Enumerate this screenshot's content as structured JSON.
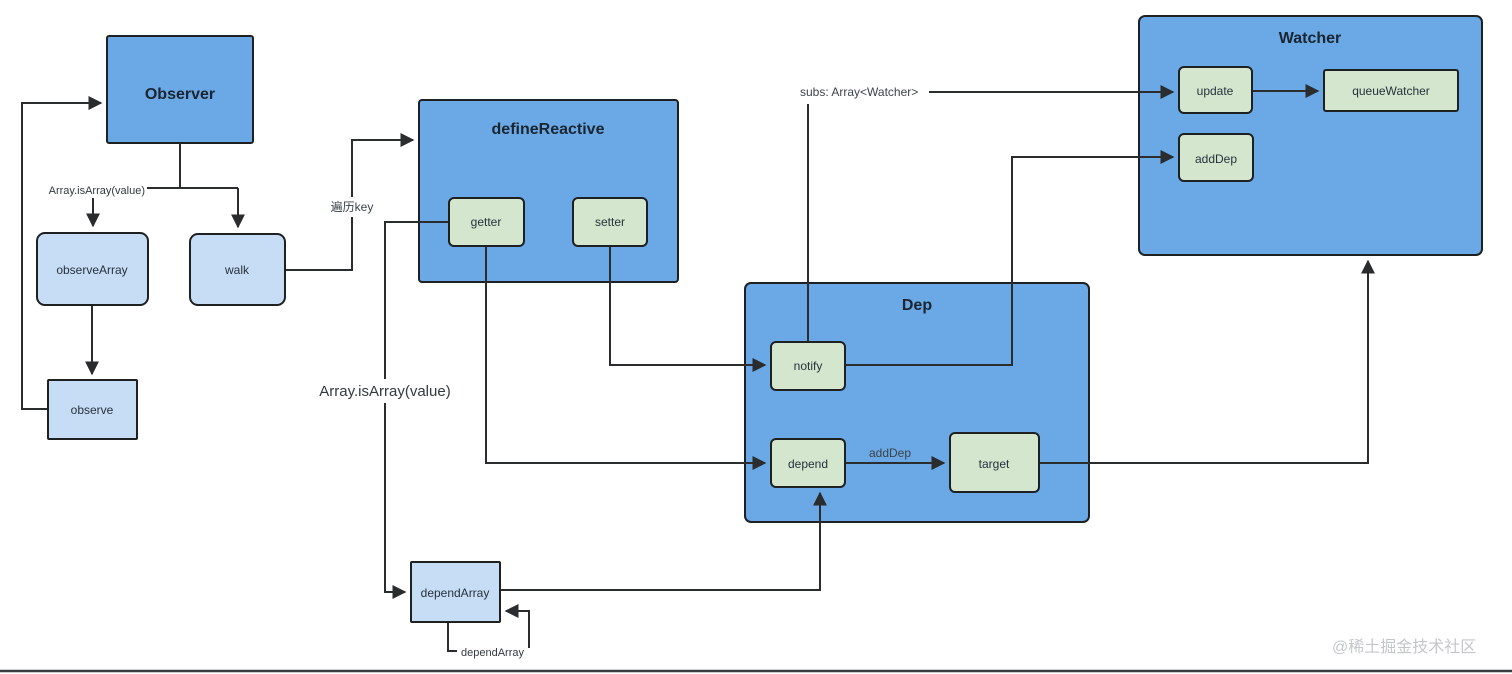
{
  "containers": {
    "observer": "Observer",
    "define_reactive": "defineReactive",
    "dep": "Dep",
    "watcher": "Watcher"
  },
  "nodes": {
    "observe_array": "observeArray",
    "walk": "walk",
    "observe": "observe",
    "getter": "getter",
    "setter": "setter",
    "notify": "notify",
    "depend": "depend",
    "target": "target",
    "update": "update",
    "queue_watcher": "queueWatcher",
    "add_dep": "addDep",
    "depend_array": "dependArray"
  },
  "edge_labels": {
    "is_array_check_small": "Array.isArray(value)",
    "is_array_check_large": "Array.isArray(value)",
    "traverse_key": "遍历key",
    "add_dep_edge": "addDep",
    "subs_watchers": "subs: Array<Watcher>",
    "depend_array_loop": "dependArray"
  },
  "watermark": "@稀土掘金技术社区",
  "colors": {
    "container_fill": "#6aa9e5",
    "light_blue_node_fill": "#c7ddf5",
    "green_node_fill": "#d4e7ce",
    "stroke": "#1e2022",
    "connector": "#2a2c2e",
    "watermark": "#c4c7ca"
  }
}
